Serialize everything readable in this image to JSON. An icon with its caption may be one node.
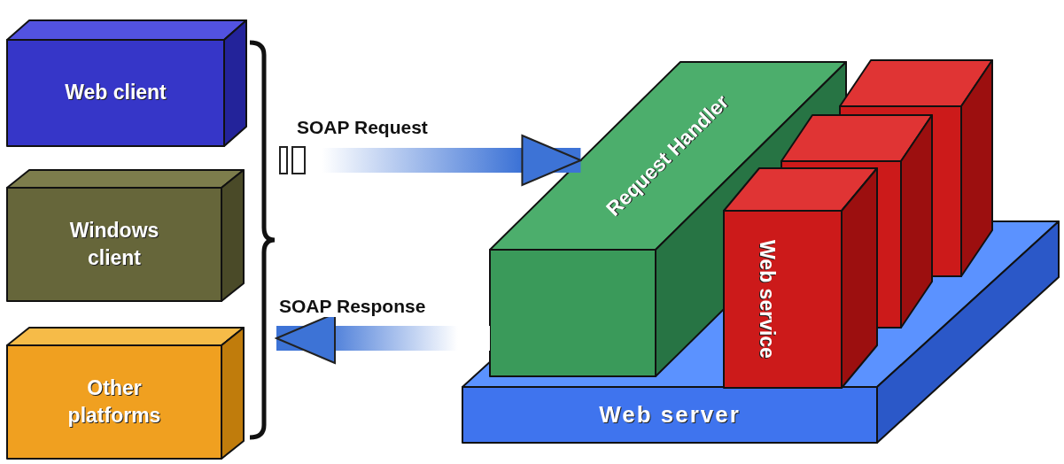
{
  "diagram": {
    "nodes": [
      {
        "text": [
          "Web client"
        ]
      },
      {
        "text": [
          "Windows client"
        ]
      },
      {
        "text": [
          "Other platforms"
        ]
      },
      {
        "text": [],
        "shape": "brace"
      },
      {
        "text": [
          "Request Handler"
        ]
      },
      {
        "text": [],
        "shape": "box"
      },
      {
        "text": [],
        "shape": "box"
      },
      {
        "text": [
          "Web service"
        ]
      },
      {
        "text": [
          "Web server"
        ]
      }
    ],
    "edges": [
      {
        "from": 3,
        "to": 4,
        "arrow": "to",
        "label": "SOAP Request"
      },
      {
        "from": 4,
        "to": 3,
        "arrow": "to",
        "label": "SOAP Response"
      }
    ]
  }
}
